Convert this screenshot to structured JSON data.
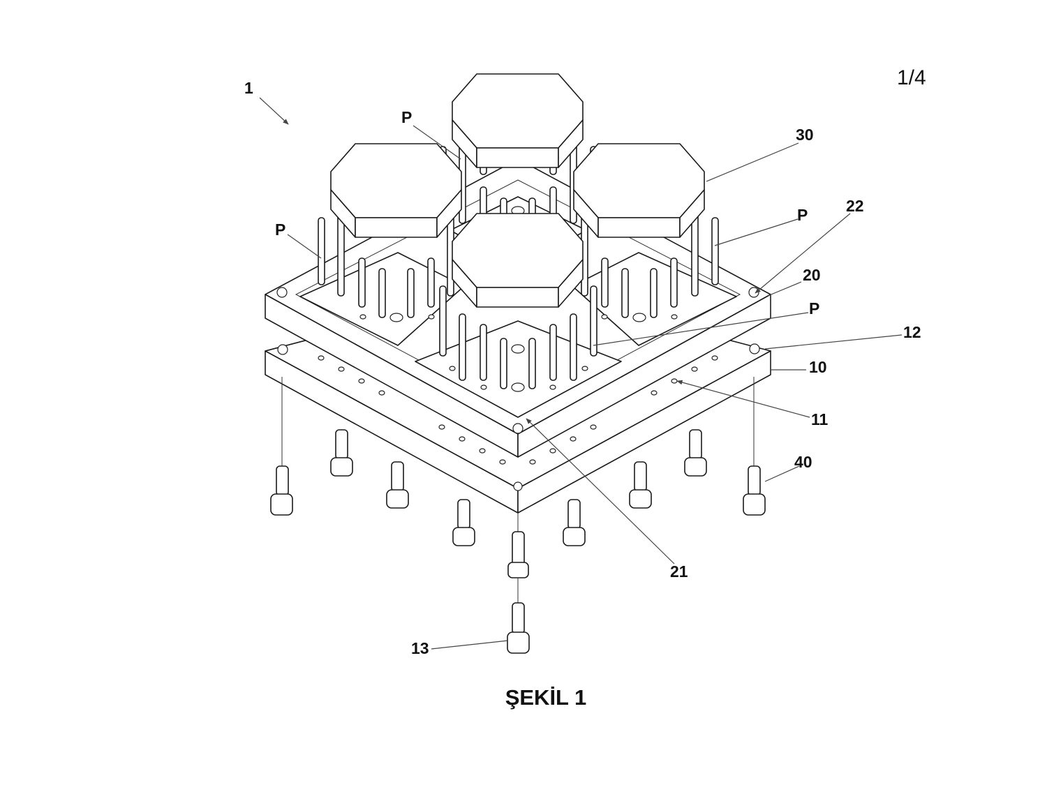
{
  "page_number": "1/4",
  "caption": "ŞEKİL 1",
  "reference_labels": {
    "assembly": "1",
    "pin_1": "P",
    "pin_2": "P",
    "pin_3": "P",
    "pin_4": "P",
    "holder": "30",
    "hole_22": "22",
    "plate_20": "20",
    "hole_12": "12",
    "base_10": "10",
    "hole_11": "11",
    "screw_40": "40",
    "window_21": "21",
    "screw_13": "13"
  }
}
